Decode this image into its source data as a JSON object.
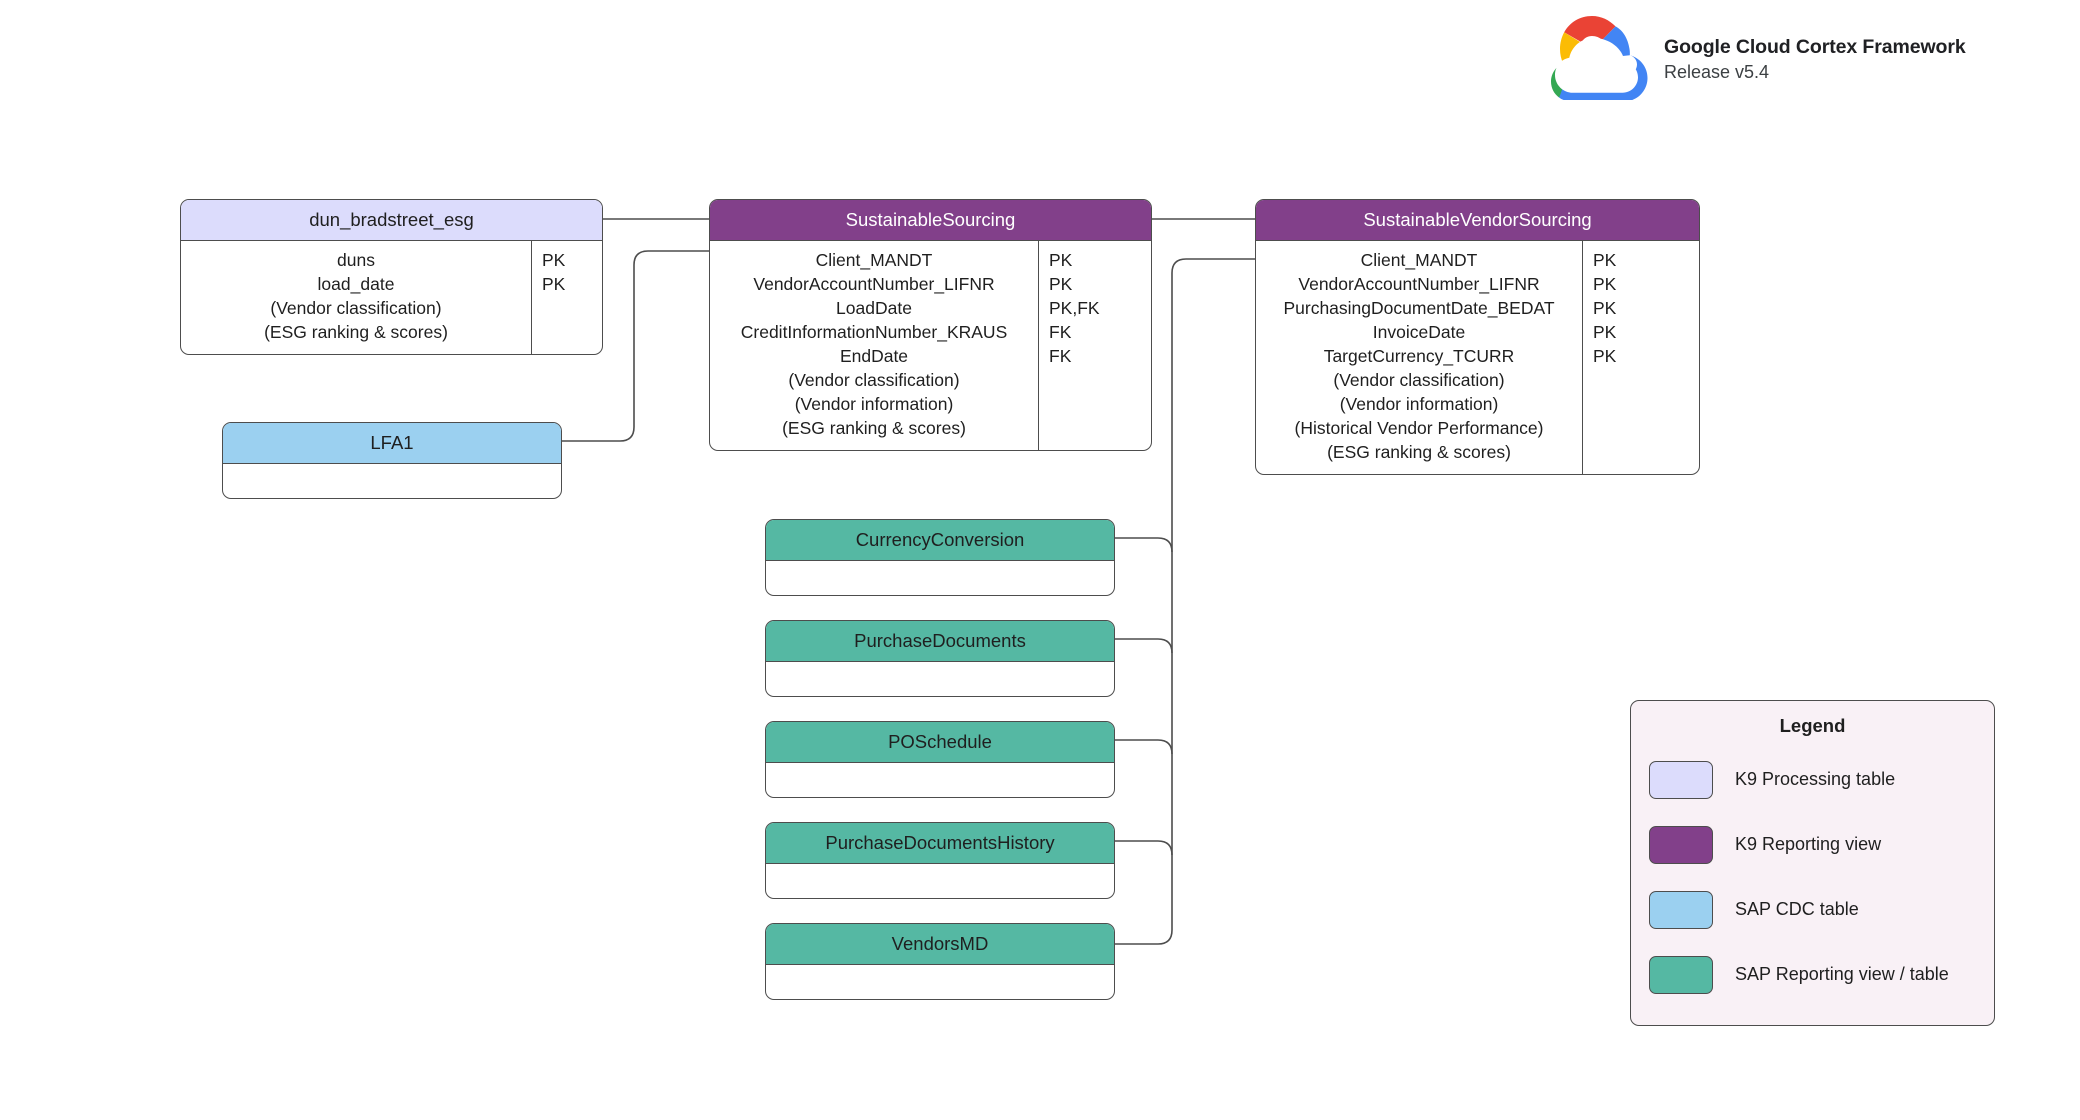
{
  "brand": {
    "logo_icon": "google-cloud-logo-icon",
    "title": "Google Cloud Cortex Framework",
    "release": "Release v5.4"
  },
  "entities": {
    "dun_bradstreet_esg": {
      "name": "dun_bradstreet_esg",
      "type": "K9 Processing table",
      "fields": [
        {
          "name": "duns",
          "key": "PK"
        },
        {
          "name": "load_date",
          "key": "PK"
        },
        {
          "name": "(Vendor classification)",
          "key": ""
        },
        {
          "name": "(ESG ranking & scores)",
          "key": ""
        }
      ]
    },
    "sustainable_sourcing": {
      "name": "SustainableSourcing",
      "type": "K9 Reporting view",
      "fields": [
        {
          "name": "Client_MANDT",
          "key": "PK"
        },
        {
          "name": "VendorAccountNumber_LIFNR",
          "key": "PK"
        },
        {
          "name": "LoadDate",
          "key": "PK,FK"
        },
        {
          "name": "CreditInformationNumber_KRAUS",
          "key": "FK"
        },
        {
          "name": "EndDate",
          "key": "FK"
        },
        {
          "name": "(Vendor classification)",
          "key": ""
        },
        {
          "name": "(Vendor information)",
          "key": ""
        },
        {
          "name": "(ESG ranking & scores)",
          "key": ""
        }
      ]
    },
    "sustainable_vendor_sourcing": {
      "name": "SustainableVendorSourcing",
      "type": "K9 Reporting view",
      "fields": [
        {
          "name": "Client_MANDT",
          "key": "PK"
        },
        {
          "name": "VendorAccountNumber_LIFNR",
          "key": "PK"
        },
        {
          "name": "PurchasingDocumentDate_BEDAT",
          "key": "PK"
        },
        {
          "name": "InvoiceDate",
          "key": "PK"
        },
        {
          "name": "TargetCurrency_TCURR",
          "key": "PK"
        },
        {
          "name": "(Vendor classification)",
          "key": ""
        },
        {
          "name": "(Vendor information)",
          "key": ""
        },
        {
          "name": "(Historical Vendor Performance)",
          "key": ""
        },
        {
          "name": "(ESG ranking & scores)",
          "key": ""
        }
      ]
    },
    "lfa1": {
      "name": "LFA1",
      "type": "SAP CDC table",
      "fields": []
    },
    "currency_conversion": {
      "name": "CurrencyConversion",
      "type": "SAP Reporting view / table",
      "fields": []
    },
    "purchase_documents": {
      "name": "PurchaseDocuments",
      "type": "SAP Reporting view / table",
      "fields": []
    },
    "po_schedule": {
      "name": "POSchedule",
      "type": "SAP Reporting view / table",
      "fields": []
    },
    "purchase_documents_history": {
      "name": "PurchaseDocumentsHistory",
      "type": "SAP Reporting view / table",
      "fields": []
    },
    "vendors_md": {
      "name": "VendorsMD",
      "type": "SAP Reporting view / table",
      "fields": []
    }
  },
  "legend": {
    "title": "Legend",
    "items": [
      {
        "label": "K9 Processing table",
        "color": "#dcdcfc"
      },
      {
        "label": "K9 Reporting view",
        "color": "#82408a"
      },
      {
        "label": "SAP CDC table",
        "color": "#9bd0f0"
      },
      {
        "label": "SAP Reporting view / table",
        "color": "#55b8a3"
      }
    ]
  },
  "colors": {
    "k9_processing_table": "#dcdcfc",
    "k9_reporting_view": "#82408a",
    "sap_cdc_table": "#9bd0f0",
    "sap_reporting_view": "#55b8a3",
    "connector": "#4d4d4d",
    "legend_background": "#f9f1f6",
    "background": "#ffffff"
  }
}
